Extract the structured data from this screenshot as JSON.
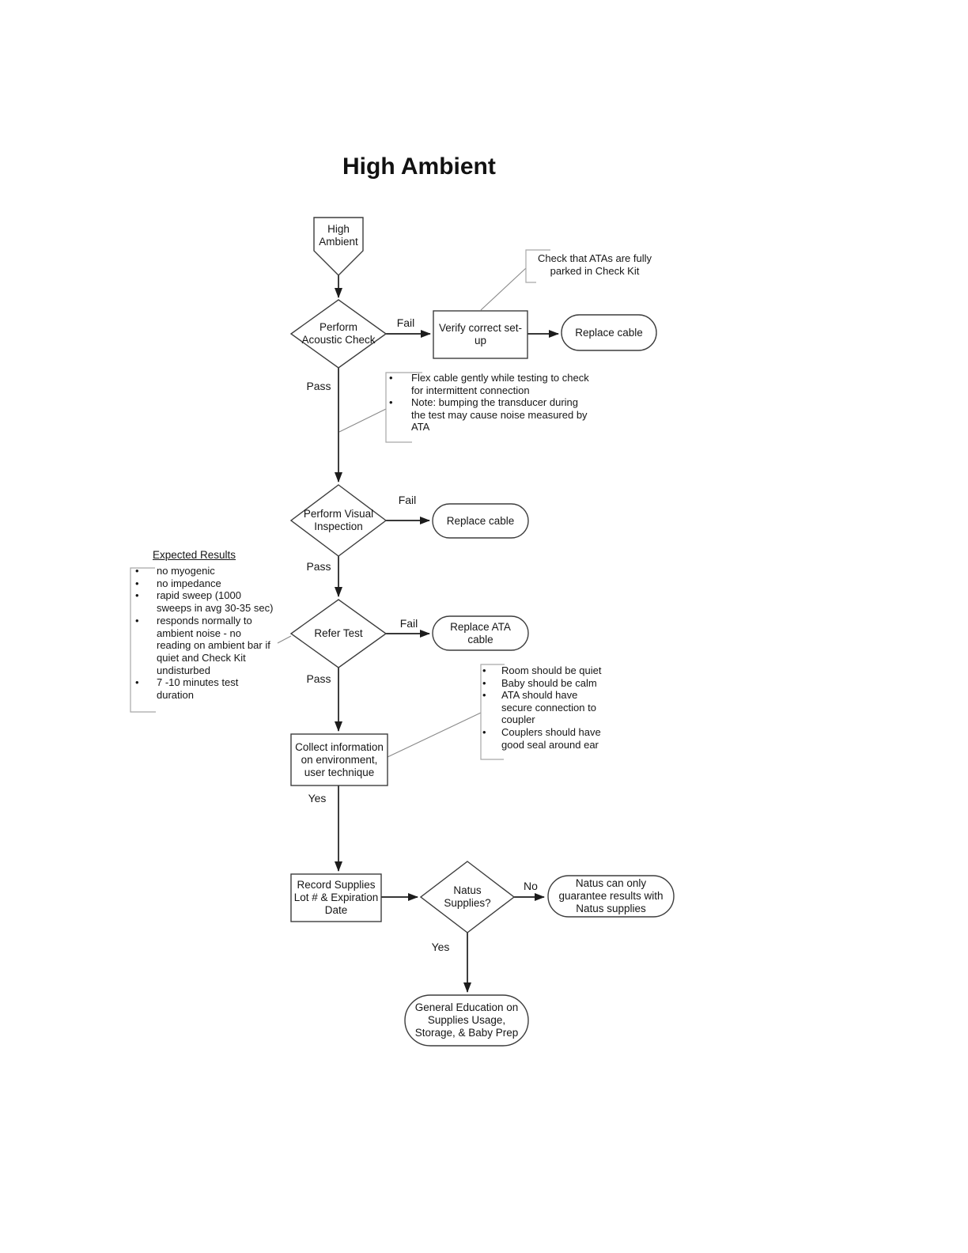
{
  "title": "High Ambient",
  "colors": {
    "background": "#ffffff",
    "ink": "#1a1a1a",
    "shape_border": "#3d3d3d",
    "note_bracket": "#a8a8a8"
  },
  "start": {
    "label": [
      "High",
      "Ambient"
    ]
  },
  "decisions": {
    "acoustic": [
      "Perform",
      "Acoustic Check"
    ],
    "visual": [
      "Perform Visual",
      "Inspection"
    ],
    "refer": [
      "Refer Test"
    ],
    "natus": [
      "Natus",
      "Supplies?"
    ]
  },
  "processes": {
    "verify_setup": [
      "Verify correct set-",
      "up"
    ],
    "collect_info": [
      "Collect information",
      "on environment,",
      "user technique"
    ],
    "record_supplies": [
      "Record Supplies",
      "Lot # & Expiration",
      "Date"
    ]
  },
  "terminals": {
    "replace_cable_1": [
      "Replace cable"
    ],
    "replace_cable_2": [
      "Replace cable"
    ],
    "replace_ata_cable": [
      "Replace ATA",
      "cable"
    ],
    "natus_guarantee": [
      "Natus can only",
      "guarantee results with",
      "Natus supplies"
    ],
    "general_education": [
      "General Education on",
      "Supplies Usage,",
      "Storage, & Baby Prep"
    ]
  },
  "edge_labels": {
    "fail_acoustic": "Fail",
    "pass_acoustic": "Pass",
    "fail_visual": "Fail",
    "pass_visual": "Pass",
    "fail_refer": "Fail",
    "pass_refer": "Pass",
    "yes_collect": "Yes",
    "no_natus": "No",
    "yes_natus": "Yes"
  },
  "notes": {
    "check_atas": [
      "Check that ATAs are fully",
      "parked in Check Kit"
    ],
    "flex_cable": {
      "bullet": "•",
      "items": [
        [
          "Flex cable gently while testing to check",
          "for intermittent connection"
        ],
        [
          "Note:  bumping the transducer during",
          "the test may cause noise measured by",
          "ATA"
        ]
      ]
    },
    "expected_results": {
      "heading": "Expected Results",
      "bullet": "•",
      "items": [
        [
          "no myogenic"
        ],
        [
          "no impedance"
        ],
        [
          "rapid sweep (1000",
          "sweeps in avg 30-35 sec)"
        ],
        [
          "responds normally to",
          "ambient noise - no",
          "reading on ambient bar if",
          "quiet and Check Kit",
          "undisturbed"
        ],
        [
          "7 -10 minutes test",
          "duration"
        ]
      ]
    },
    "environment": {
      "bullet": "•",
      "items": [
        [
          "Room should be quiet"
        ],
        [
          "Baby should be calm"
        ],
        [
          "ATA should have",
          "secure connection to",
          "coupler"
        ],
        [
          "Couplers should have",
          "good seal around ear"
        ]
      ]
    }
  }
}
